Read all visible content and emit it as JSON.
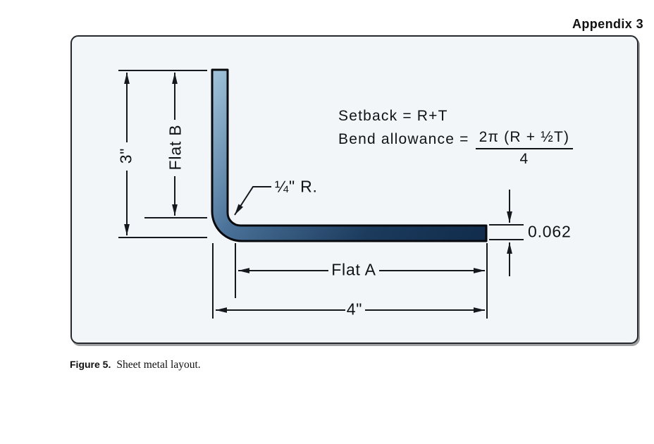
{
  "page": {
    "appendix_label": "Appendix 3"
  },
  "diagram": {
    "formulas": {
      "setback": "Setback = R+T",
      "bend_prefix": "Bend allowance =",
      "bend_numerator": "2π (R + ½T)",
      "bend_denominator": "4"
    },
    "labels": {
      "height": "3\"",
      "flat_b": "Flat B",
      "bend_radius": "¼\" R.",
      "thickness": "0.062",
      "flat_a": "Flat A",
      "width": "4\""
    },
    "colors": {
      "box_background": "#f2f6f9",
      "line": "#15181c",
      "metal_light": "#9dc0d8",
      "metal_mid": "#4a7198",
      "metal_deep": "#1b3a5c",
      "metal_dark": "#112c4c"
    }
  },
  "caption": {
    "label": "Figure 5.",
    "text": "Sheet metal layout."
  }
}
